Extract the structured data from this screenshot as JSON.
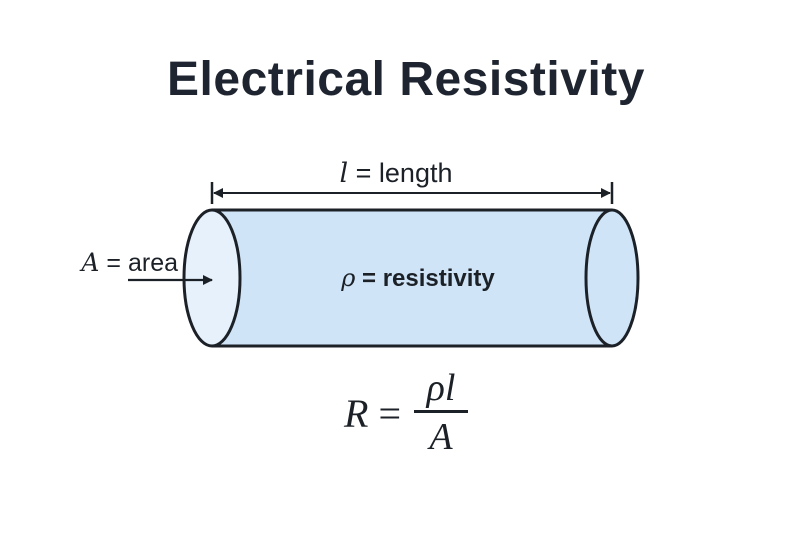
{
  "title": "Electrical Resistivity",
  "labels": {
    "length_symbol": "l",
    "length_text": " = length",
    "area_symbol": "A",
    "area_text": " = area",
    "resistivity_symbol": "ρ",
    "resistivity_text": " = resistivity"
  },
  "formula": {
    "lhs": "R",
    "equals": "=",
    "numerator": "ρl",
    "denominator": "A"
  },
  "colors": {
    "cylinder_fill": "#cfe4f6",
    "end_cap_fill": "#e6f1fb",
    "stroke": "#1c2128"
  }
}
